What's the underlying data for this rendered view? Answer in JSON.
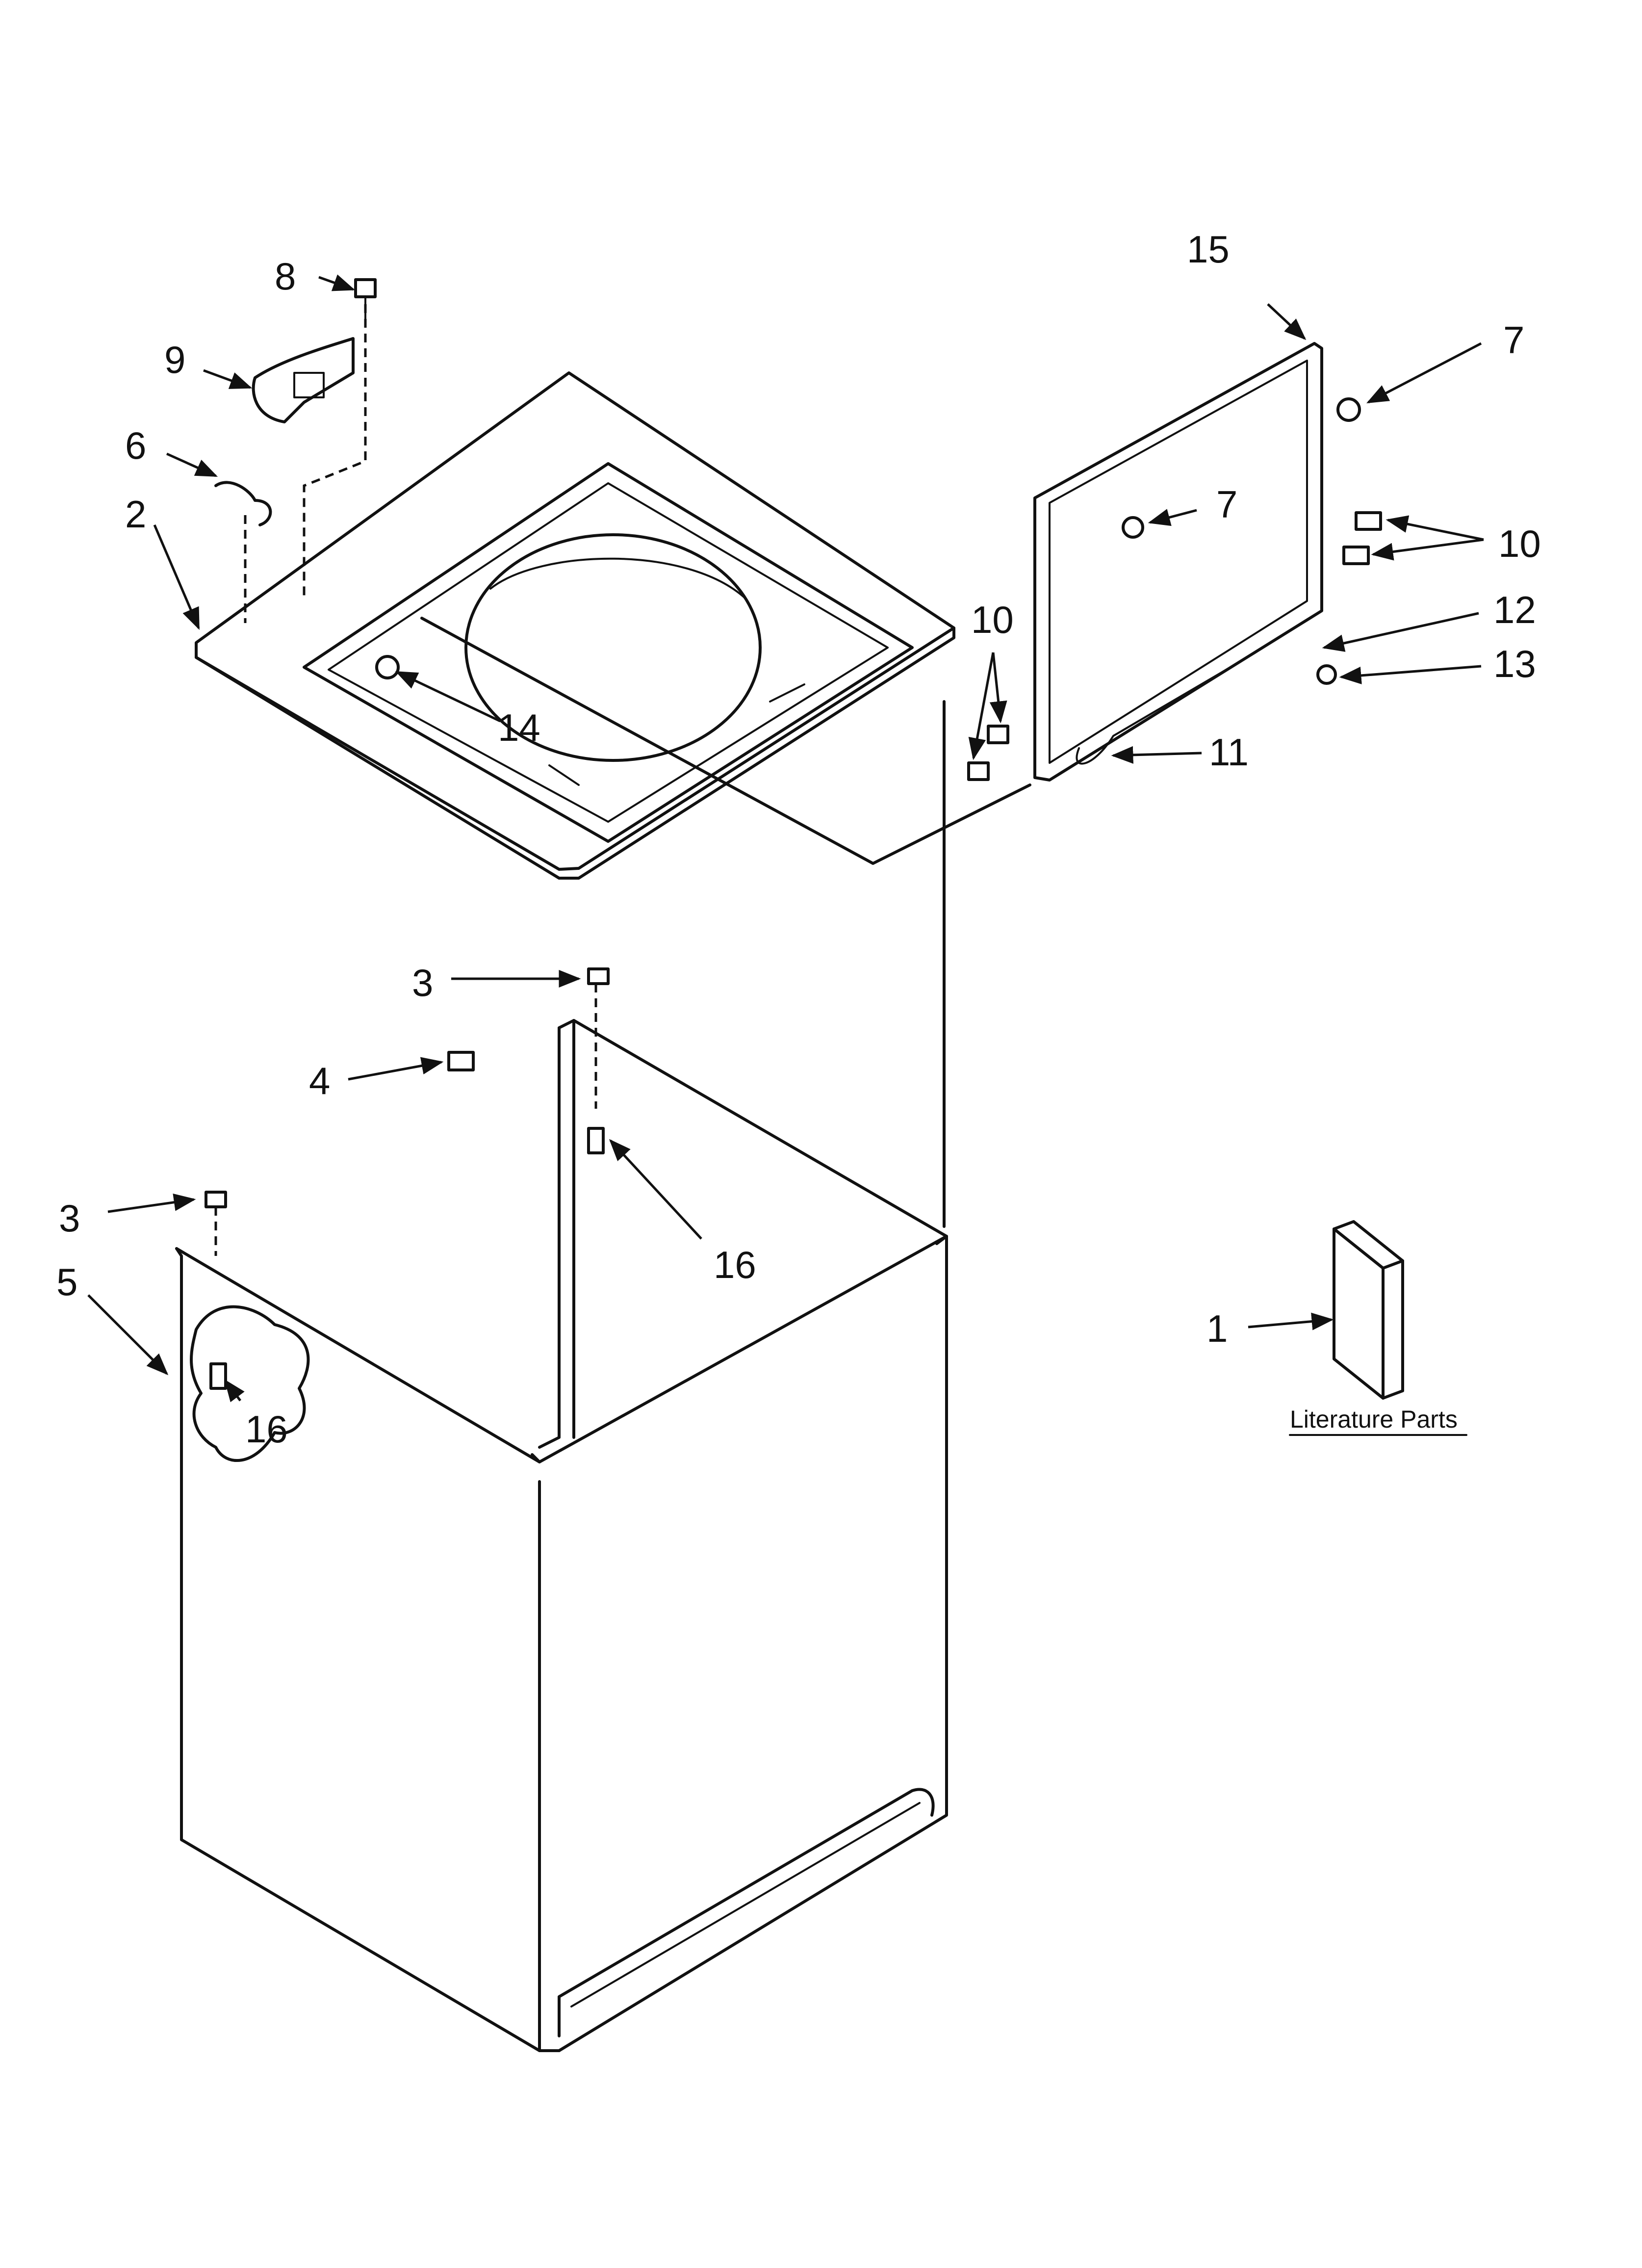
{
  "callouts": {
    "c1": "1",
    "c2": "2",
    "c3a": "3",
    "c3b": "3",
    "c4": "4",
    "c5": "5",
    "c6": "6",
    "c7a": "7",
    "c7b": "7",
    "c8": "8",
    "c9": "9",
    "c10a": "10",
    "c10b": "10",
    "c11": "11",
    "c12": "12",
    "c13": "13",
    "c14": "14",
    "c15": "15",
    "c16a": "16",
    "c16b": "16"
  },
  "literature_label": "Literature Parts"
}
